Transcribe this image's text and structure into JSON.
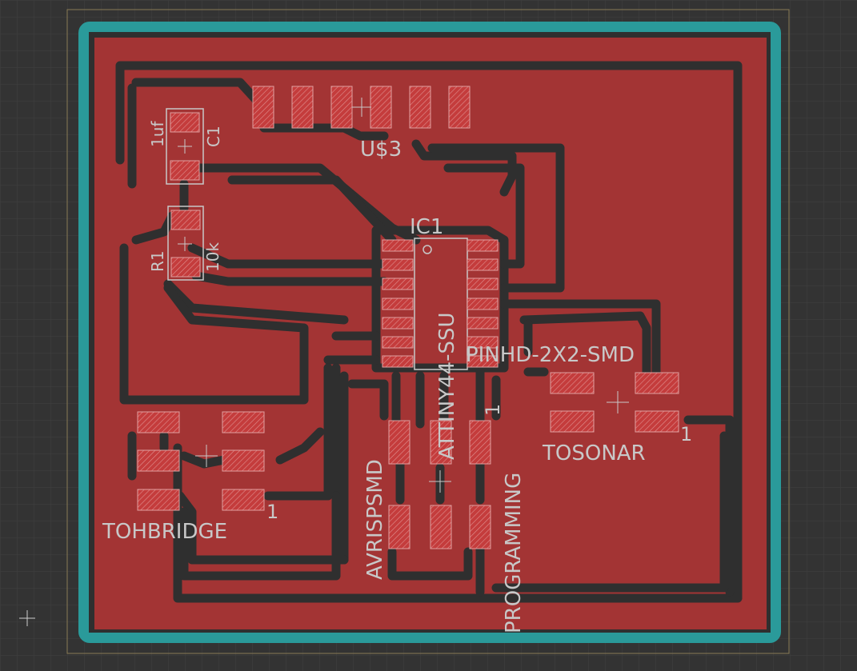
{
  "colors": {
    "background": "#333333",
    "grid": "#404040",
    "frame": "#b0a070",
    "outline": "#2a9a9a",
    "copper": "#a33434",
    "clearance": "#2f2f2f",
    "pad": "#c43c3c",
    "silk": "#c8c8c8"
  },
  "components": {
    "c1_name": "C1",
    "c1_value": "1uf",
    "r1_name": "R1",
    "r1_value": "10k",
    "us3_name": "U$3",
    "ic1_name": "IC1",
    "ic1_value": "ATTINY44-SSU",
    "pinhd_value": "PINHD-2X2-SMD",
    "tosonar_name": "TOSONAR",
    "tosonar_pin": "1",
    "tohbridge_name": "TOHBRIDGE",
    "tohbridge_pin": "1",
    "avrisp_name": "AVRISPSMD",
    "avrisp_pin": "1",
    "programming_label": "PROGRAMMING"
  }
}
